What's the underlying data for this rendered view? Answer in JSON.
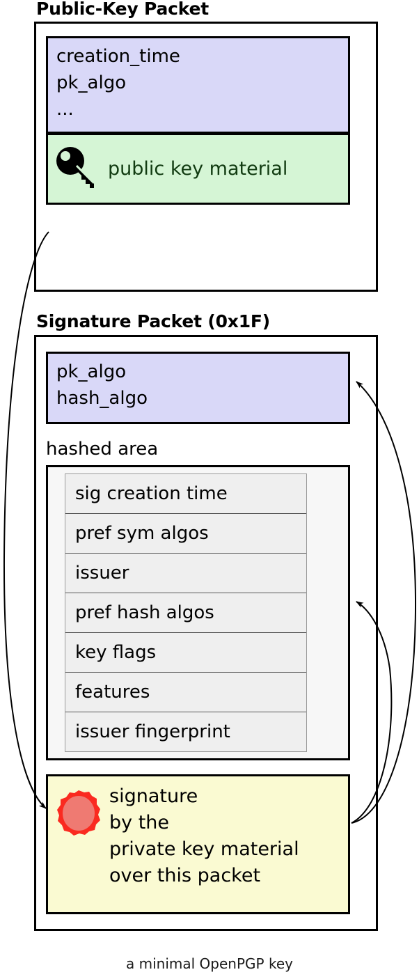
{
  "caption": "a minimal OpenPGP key",
  "colors": {
    "meta_fill": "#d9d8f8",
    "material_fill": "#d5f5d5",
    "signature_fill": "#fafad2",
    "hashed_area_fill": "#f7f7f7",
    "subpacket_fill": "#efefef",
    "seal_outer": "#fa2a20",
    "seal_inner": "#ef7a72",
    "material_text": "#113b11",
    "stroke": "#000000"
  },
  "public_key_packet": {
    "title": "Public-Key Packet",
    "meta_fields": "creation_time\npk_algo\n...",
    "material": {
      "icon": "key-icon",
      "label": "public key material"
    }
  },
  "signature_packet": {
    "title": "Signature Packet (0x1F)",
    "meta_fields": "pk_algo\nhash_algo",
    "hashed_area": {
      "label": "hashed area",
      "subpackets": [
        "sig creation time",
        "pref sym algos",
        "issuer",
        "pref hash algos",
        "key flags",
        "features",
        "issuer fingerprint"
      ]
    },
    "signature": {
      "icon": "wax-seal-icon",
      "text": "signature\nby the\nprivate key material\nover this packet"
    }
  },
  "arrows": [
    {
      "name": "arrow-pubkey-to-signature",
      "from": "public-key-packet",
      "to": "signature-block"
    },
    {
      "name": "arrow-signature-to-sig-meta",
      "from": "signature-block",
      "to": "signature-meta-box"
    },
    {
      "name": "arrow-signature-to-hashed-area",
      "from": "signature-block",
      "to": "hashed-area-box"
    }
  ]
}
